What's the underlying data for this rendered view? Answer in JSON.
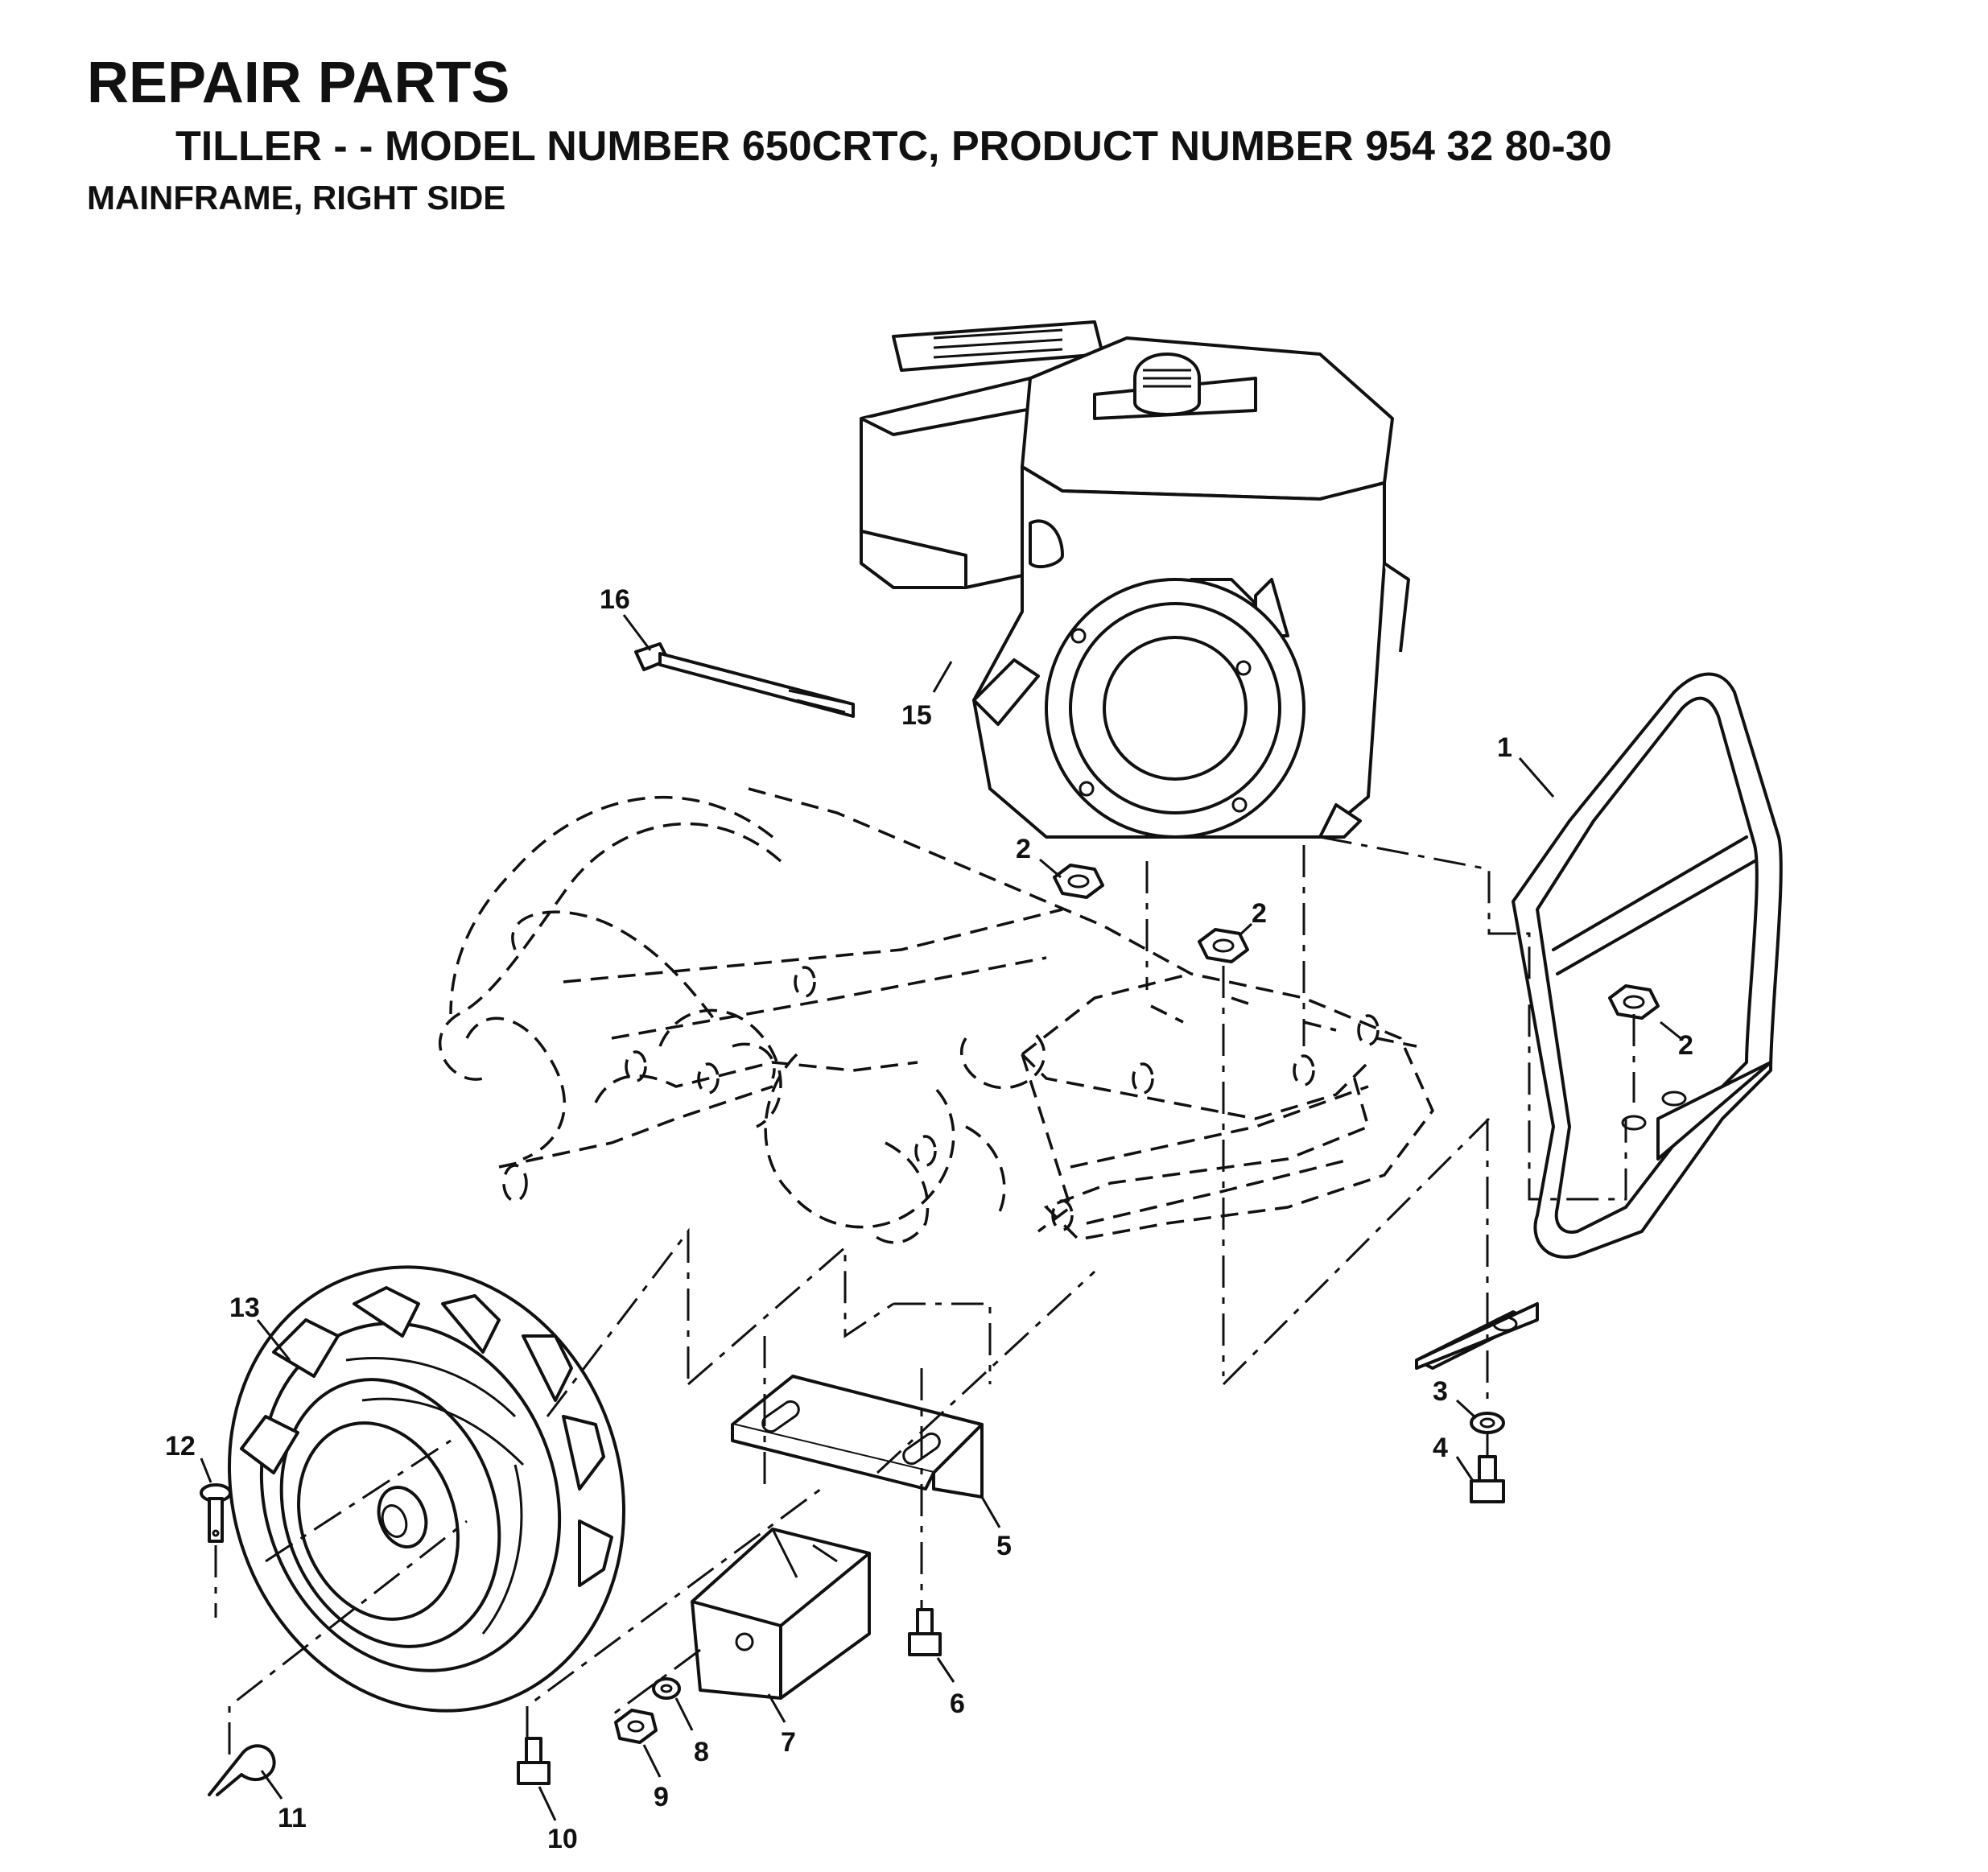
{
  "header": {
    "title": "REPAIR PARTS",
    "subtitle": "TILLER - - MODEL NUMBER 650CRTC, PRODUCT NUMBER 954 32 80-30",
    "section": "MAINFRAME, RIGHT SIDE"
  },
  "callouts": [
    "1",
    "2",
    "2",
    "2",
    "3",
    "4",
    "5",
    "6",
    "7",
    "8",
    "9",
    "10",
    "11",
    "12",
    "13",
    "15",
    "16"
  ]
}
